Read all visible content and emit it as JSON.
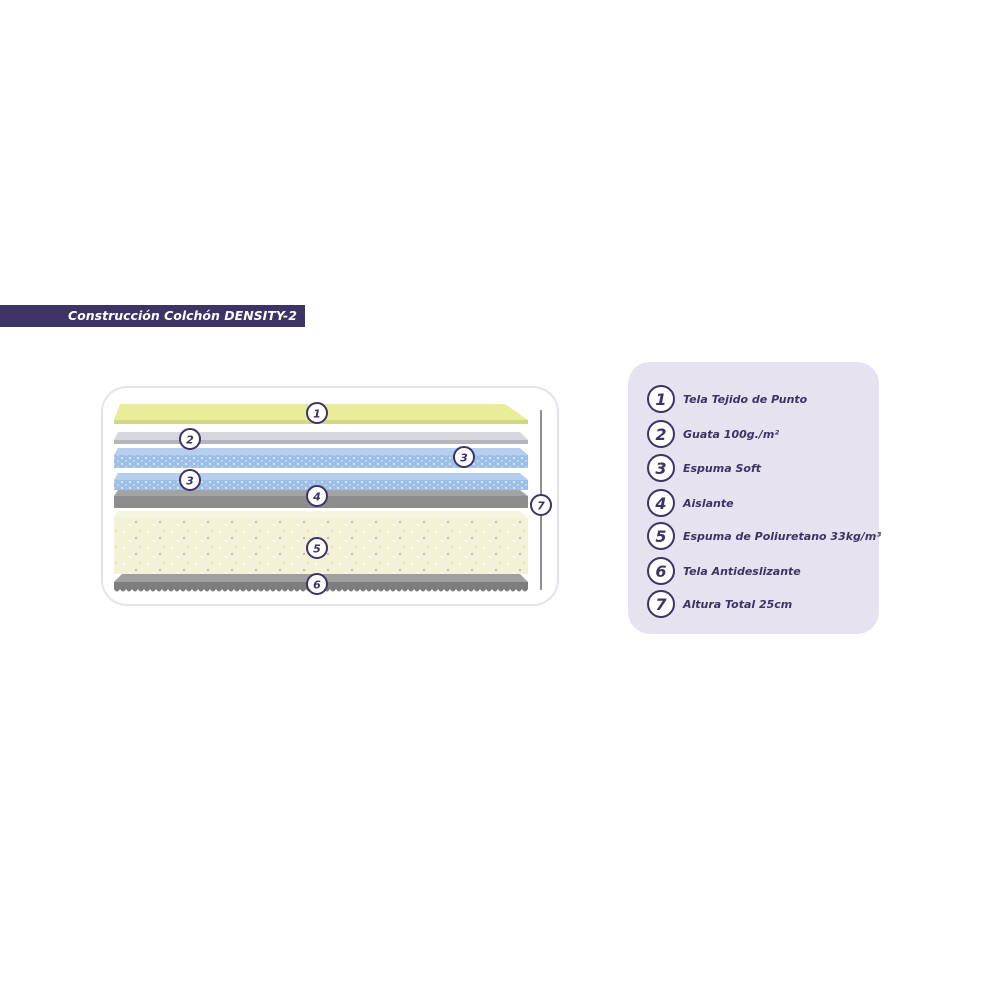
{
  "title": "Construcción Colchón DENSITY-2",
  "colors": {
    "brand": "#3f3264",
    "legend_bg": "#e6e2f0",
    "layer_top": "#e9ed9a",
    "layer_wadding": "#c7c9d0",
    "layer_soft_foam": "#9fc0e6",
    "layer_insulator": "#8c8c8c",
    "layer_pu_foam": "#f3f1d6",
    "layer_antislip": "#8a8a8a"
  },
  "legend": [
    {
      "number": "1",
      "label": "Tela Tejido de Punto"
    },
    {
      "number": "2",
      "label": "Guata 100g./m²"
    },
    {
      "number": "3",
      "label": "Espuma Soft"
    },
    {
      "number": "4",
      "label": "Aislante"
    },
    {
      "number": "5",
      "label": "Espuma de Poliuretano 33kg/m³"
    },
    {
      "number": "6",
      "label": "Tela Antideslizante"
    },
    {
      "number": "7",
      "label": "Altura Total 25cm"
    }
  ],
  "callouts": {
    "c1": "1",
    "c2": "2",
    "c3a": "3",
    "c3b": "3",
    "c4": "4",
    "c5": "5",
    "c6": "6",
    "c7": "7"
  }
}
